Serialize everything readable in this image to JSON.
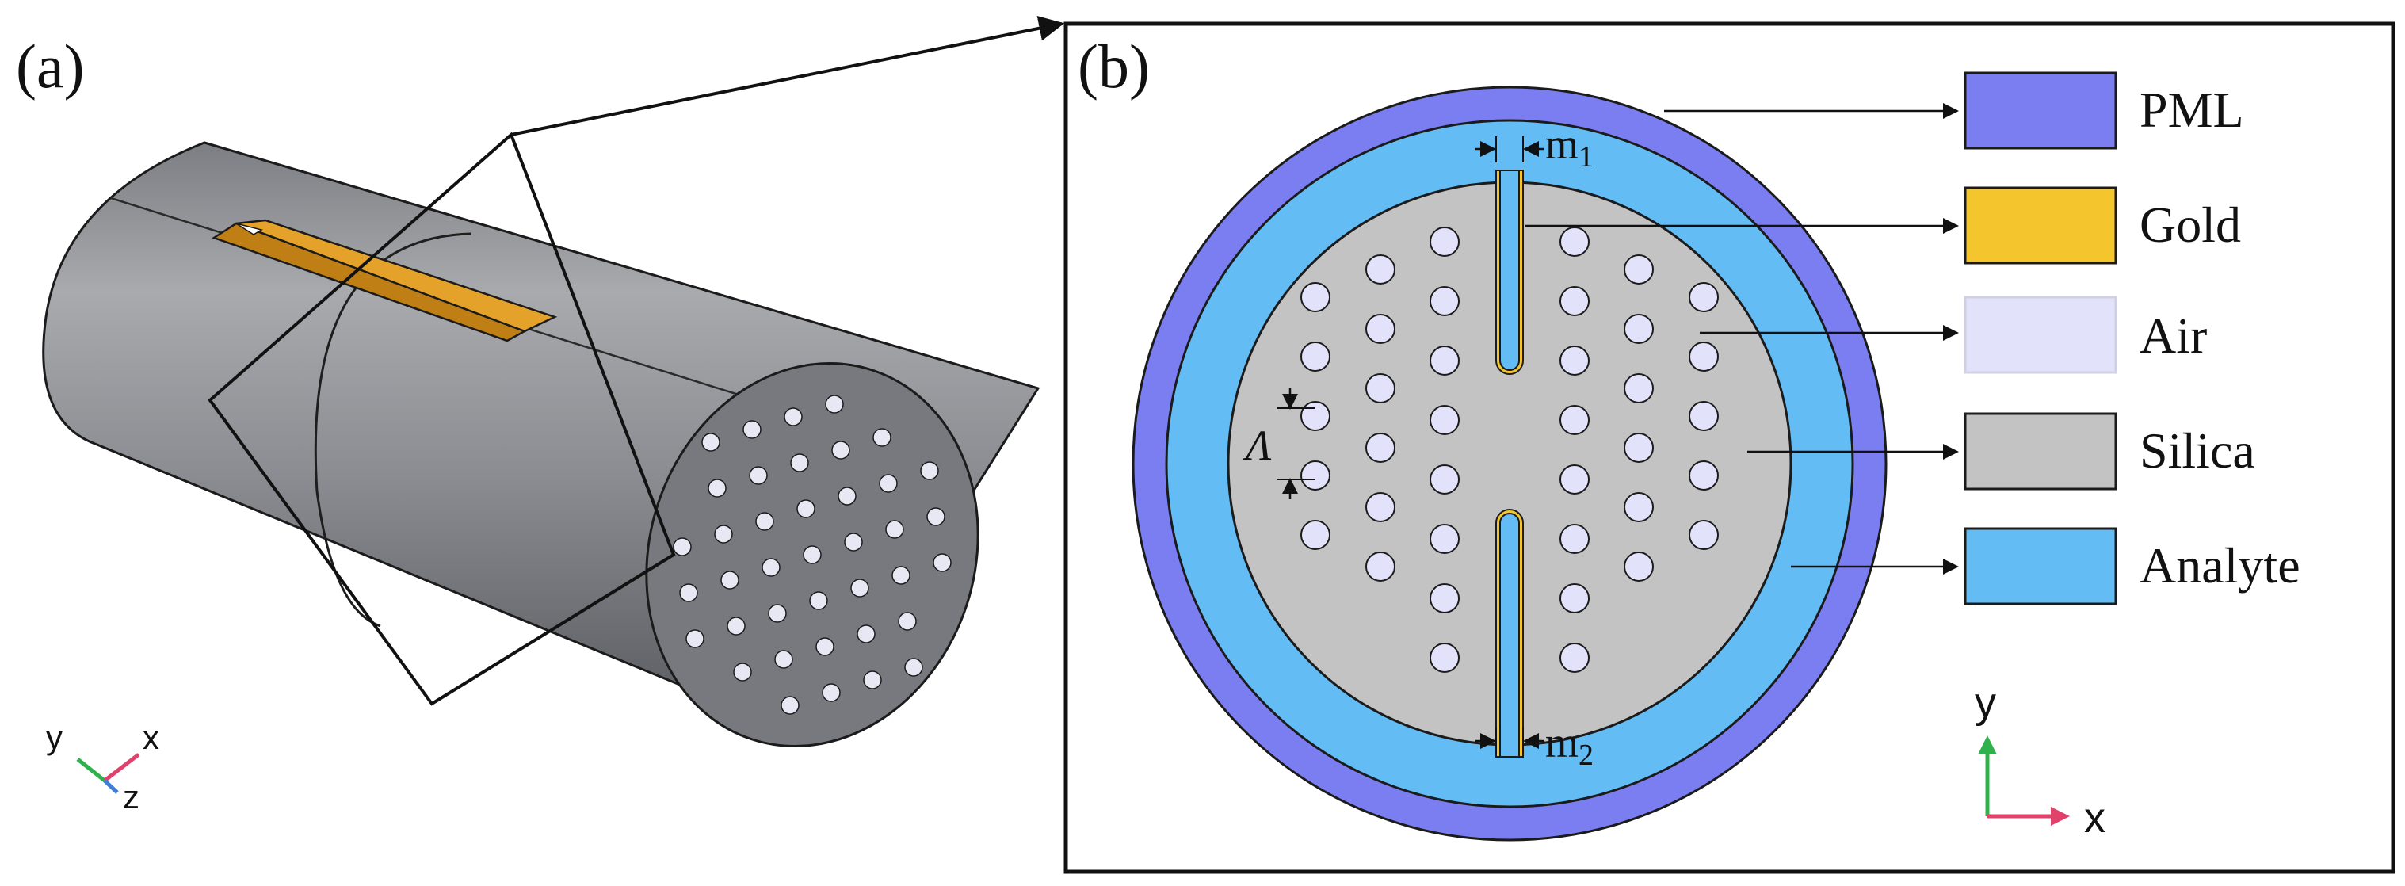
{
  "panel_a": {
    "label": "(a)",
    "axes": {
      "y": "y",
      "x": "x",
      "z": "z"
    }
  },
  "panel_b": {
    "label": "(b)",
    "dimension_labels": {
      "m1_base": "m",
      "m1_sub": "1",
      "m2_base": "m",
      "m2_sub": "2",
      "pitch": "Λ"
    },
    "axes": {
      "y": "y",
      "x": "x"
    }
  },
  "legend": [
    {
      "label": "PML",
      "color": "#7b7ef0"
    },
    {
      "label": "Gold",
      "color": "#f5c52e"
    },
    {
      "label": "Air",
      "color": "#e2e2fb"
    },
    {
      "label": "Silica",
      "color": "#c3c3c3"
    },
    {
      "label": "Analyte",
      "color": "#63bdf4"
    }
  ],
  "colors": {
    "pml": "#7b7ef0",
    "analyte": "#63bdf4",
    "silica": "#c3c3c3",
    "air": "#e2e2fb",
    "gold": "#f5c52e",
    "fiber_body": "#8c8e93",
    "axis_x": "#e0426c",
    "axis_y": "#2fb24b",
    "axis_z": "#3f7fd6"
  }
}
